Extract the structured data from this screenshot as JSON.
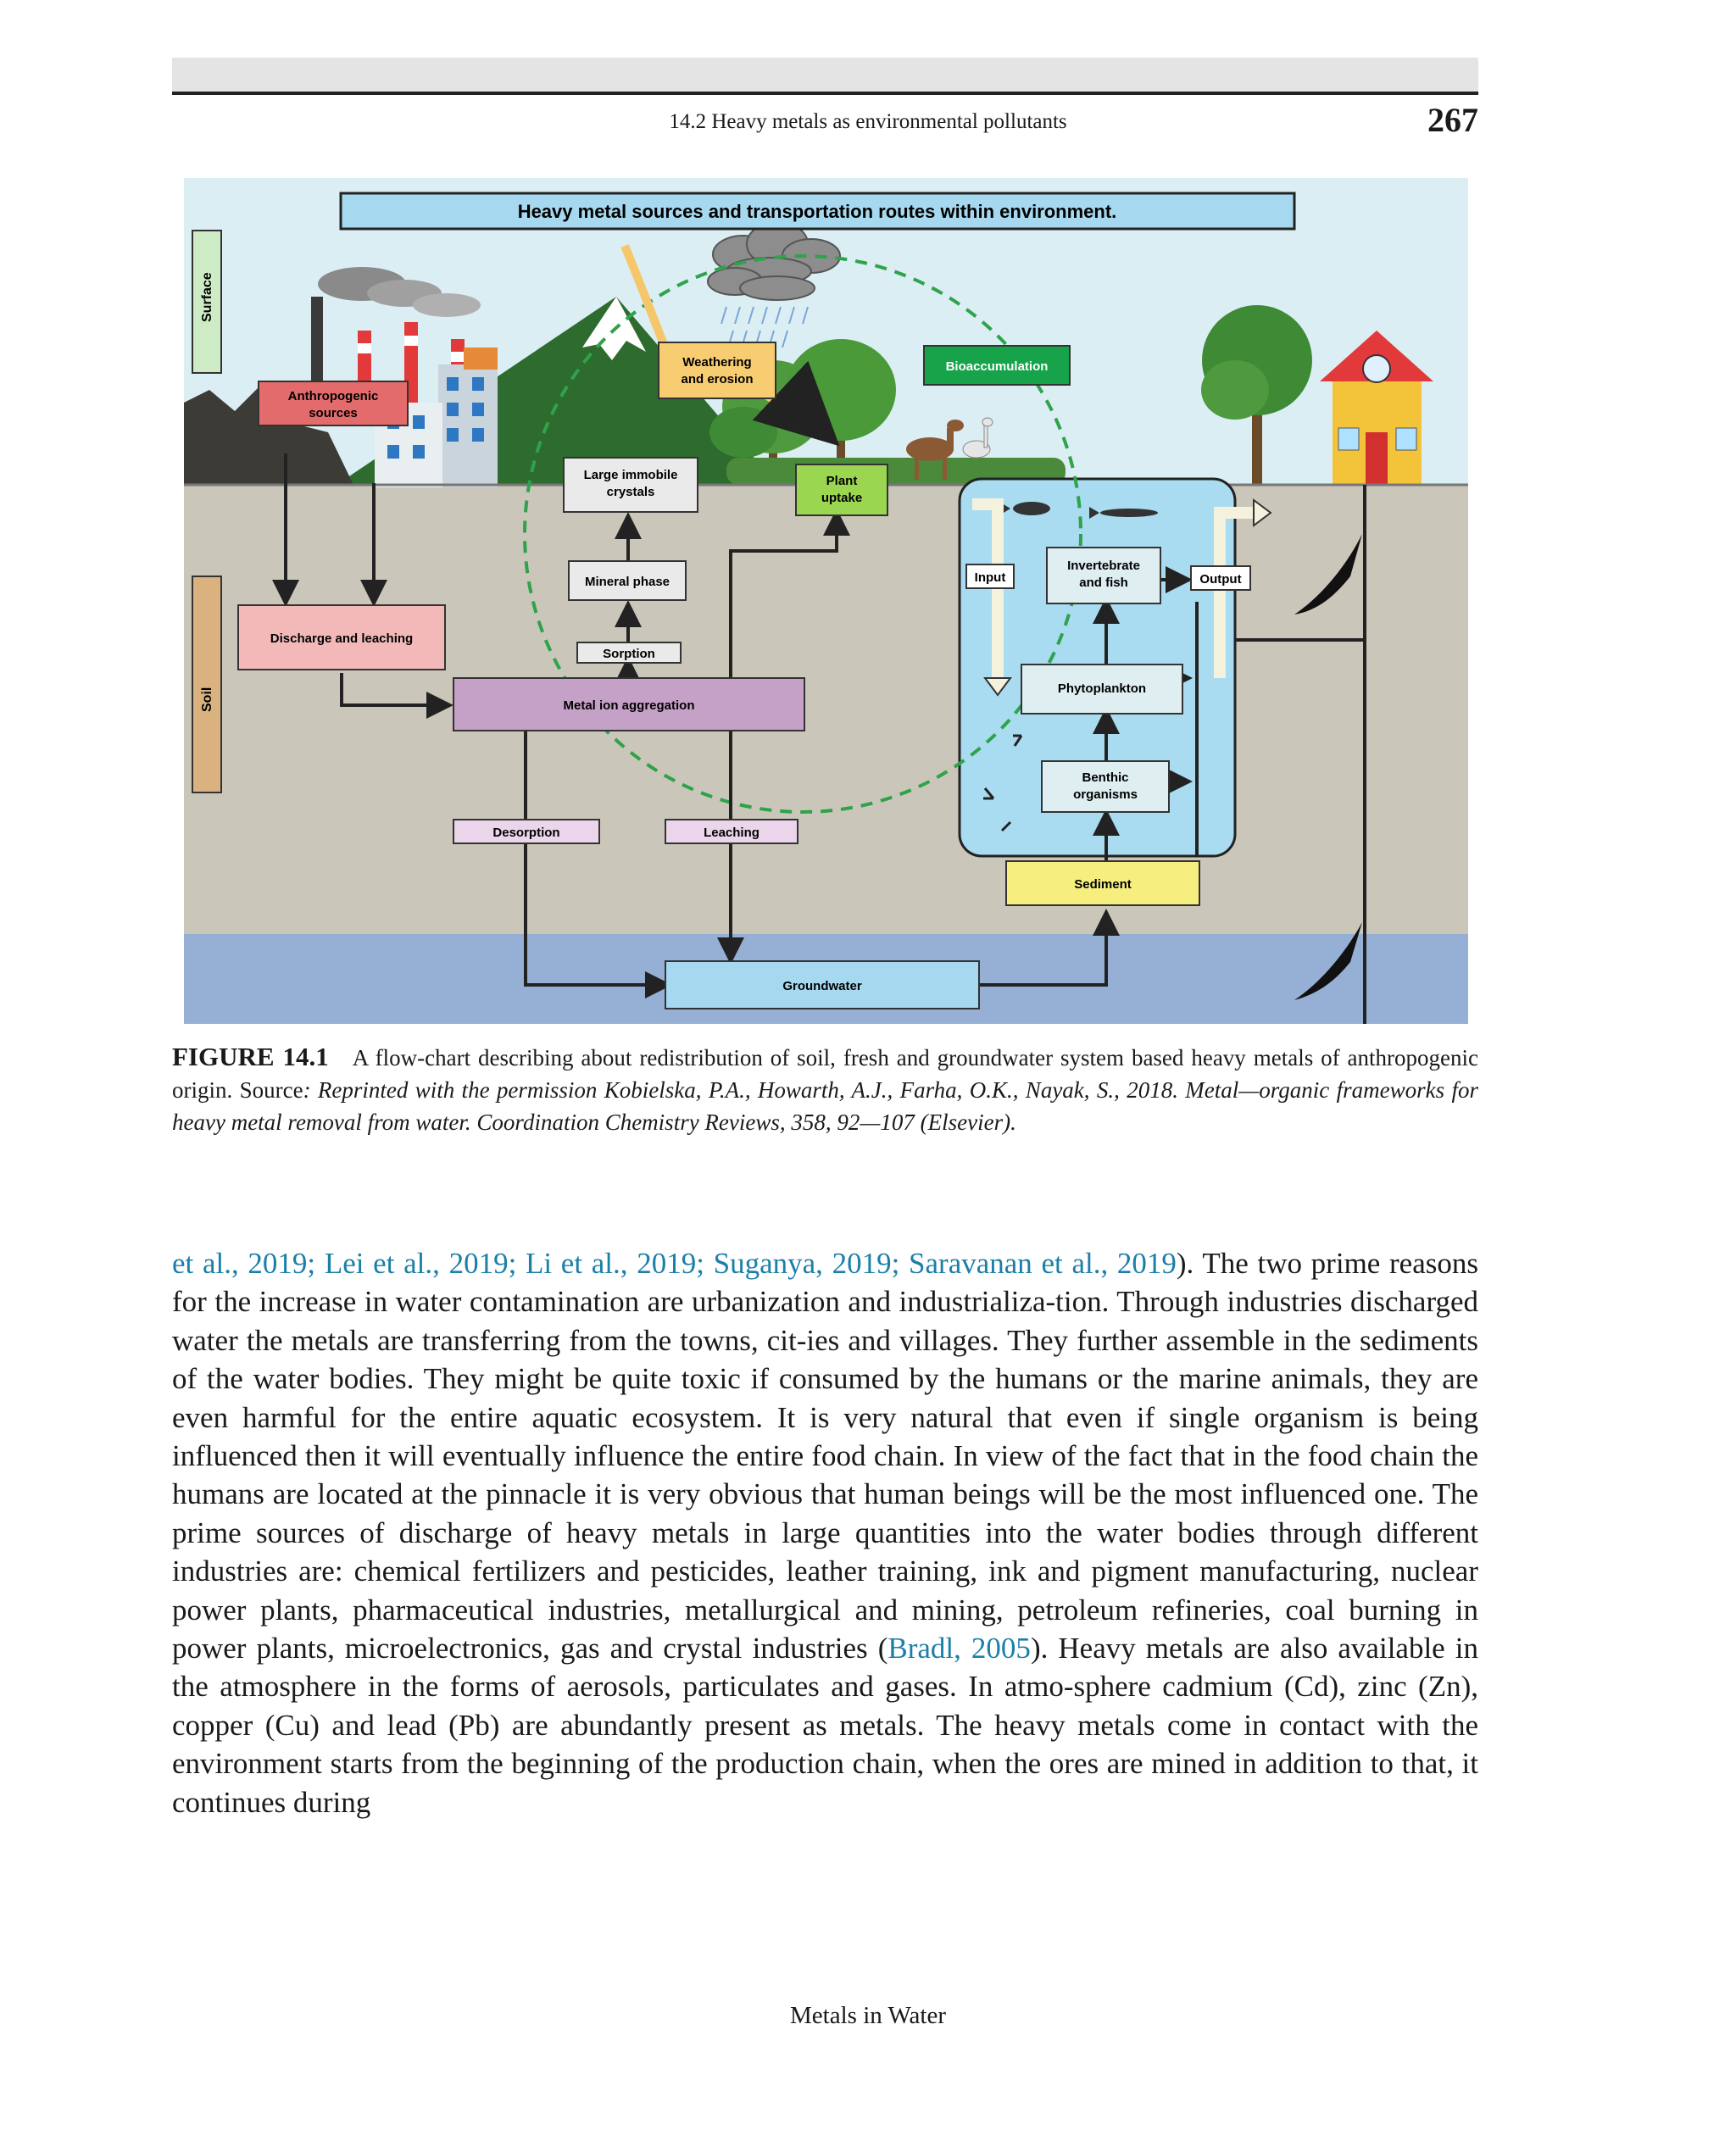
{
  "header": {
    "running_head": "14.2 Heavy metals as environmental pollutants",
    "page_number": "267"
  },
  "figure": {
    "title": "Heavy metal sources and transportation routes within environment.",
    "side_labels": {
      "surface": "Surface",
      "soil": "Soil"
    },
    "boxes": {
      "anthropogenic_line1": "Anthropogenic",
      "anthropogenic_line2": "sources",
      "weathering_line1": "Weathering",
      "weathering_line2": "and erosion",
      "bioaccumulation": "Bioaccumulation",
      "large_immobile_line1": "Large immobile",
      "large_immobile_line2": "crystals",
      "plant_uptake_line1": "Plant",
      "plant_uptake_line2": "uptake",
      "mineral_phase": "Mineral phase",
      "sorption": "Sorption",
      "discharge": "Discharge and leaching",
      "metal_ion": "Metal ion aggregation",
      "desorption": "Desorption",
      "leaching": "Leaching",
      "input": "Input",
      "output": "Output",
      "invertebrate_line1": "Invertebrate",
      "invertebrate_line2": "and fish",
      "phytoplankton": "Phytoplankton",
      "benthic_line1": "Benthic",
      "benthic_line2": "organisms",
      "sediment": "Sediment",
      "groundwater": "Groundwater"
    },
    "colors": {
      "sky": "#dbeef4",
      "soil": "#cbc6ba",
      "groundwater": "#96afd4",
      "lake": "#a9dcf0",
      "title_box": "#a6d9ef",
      "anthropogenic": "#e46b6b",
      "discharge": "#f3b9b9",
      "weathering": "#f8cd72",
      "bioaccumulation": "#17a34a",
      "plant_uptake": "#9bd651",
      "metal_ion": "#c6a1c7",
      "desorption": "#ead5ea",
      "sediment": "#f6ee7e"
    }
  },
  "caption": {
    "label": "FIGURE 14.1",
    "text": "A flow-chart describing about redistribution of soil, fresh and groundwater system based heavy metals of anthropogenic origin. Source",
    "source": ": Reprinted with the permission Kobielska, P.A., Howarth, A.J., Farha, O.K., Nayak, S., 2018. Metal—organic frameworks for heavy metal removal from water. Coordination Chemistry Reviews, 358, 92—107 (Elsevier)."
  },
  "body": {
    "cite_lead": "et al., 2019; Lei et al., 2019; Li et al., 2019; Suganya, 2019; Saravanan et al., 2019",
    "text_1": "). The two prime reasons for the increase in water contamination are urbanization and industrializa-tion. Through industries discharged water the metals are transferring from the towns, cit-ies and villages. They further assemble in the sediments of the water bodies. They might be quite toxic if consumed by the humans or the marine animals, they are even harmful for the entire aquatic ecosystem. It is very natural that even if single organism is being influenced then it will eventually influence the entire food chain. In view of the fact that in the food chain the humans are located at the pinnacle it is very obvious that human beings will be the most influenced one. The prime sources of discharge of heavy metals in large quantities into the water bodies through different industries are: chemical fertilizers and pesticides, leather training, ink and pigment manufacturing, nuclear power plants, pharmaceutical industries, metallurgical and mining, petroleum refineries, coal burning in power plants, microelectronics, gas and crystal industries (",
    "cite_bradl": "Bradl, 2005",
    "text_2": "). Heavy metals are also available in the atmosphere in the forms of aerosols, particulates and gases. In atmo-sphere cadmium (Cd), zinc (Zn), copper (Cu) and lead (Pb) are abundantly present as metals. The heavy metals come in contact with the environment starts from the beginning of the production chain, when the ores are mined in addition to that, it continues during"
  },
  "footer": {
    "text": "Metals in Water"
  }
}
